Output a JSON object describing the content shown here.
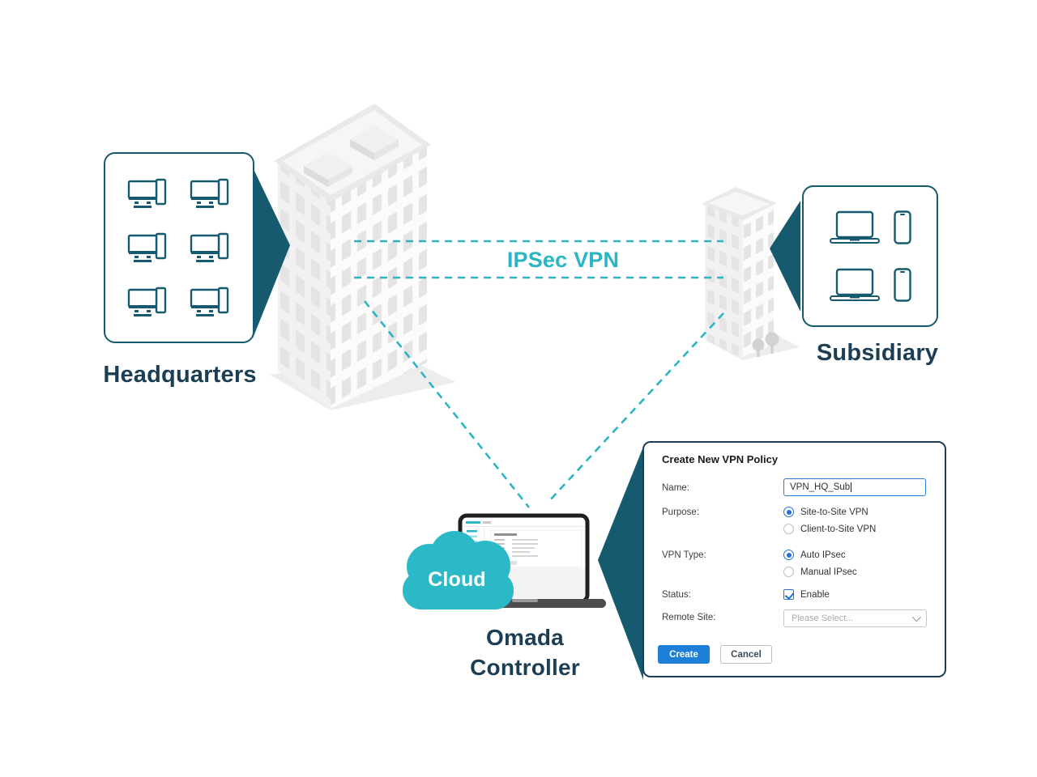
{
  "palette": {
    "teal_dark": "#155a6e",
    "cyan": "#2ab5c4",
    "navy_text": "#1c3e54",
    "cloud_teal": "#2bb9c8",
    "button_blue": "#1e7fd9"
  },
  "headquarters": {
    "label": "Headquarters"
  },
  "subsidiary": {
    "label": "Subsidiary"
  },
  "link": {
    "label": "IPSec VPN"
  },
  "cloud": {
    "label": "Cloud"
  },
  "controller": {
    "line1": "Omada",
    "line2": "Controller"
  },
  "dialog": {
    "title": "Create New VPN Policy",
    "name": {
      "label": "Name:",
      "value": "VPN_HQ_Sub"
    },
    "purpose": {
      "label": "Purpose:",
      "selected_index": 0,
      "options": [
        {
          "label": "Site-to-Site VPN"
        },
        {
          "label": "Client-to-Site VPN"
        }
      ]
    },
    "vpn_type": {
      "label": "VPN Type:",
      "selected_index": 0,
      "options": [
        {
          "label": "Auto IPsec"
        },
        {
          "label": "Manual IPsec"
        }
      ]
    },
    "status": {
      "label": "Status:",
      "checkbox_label": "Enable",
      "checked": true
    },
    "remote_site": {
      "label": "Remote Site:",
      "placeholder": "Please Select..."
    },
    "buttons": {
      "create": "Create",
      "cancel": "Cancel"
    }
  }
}
